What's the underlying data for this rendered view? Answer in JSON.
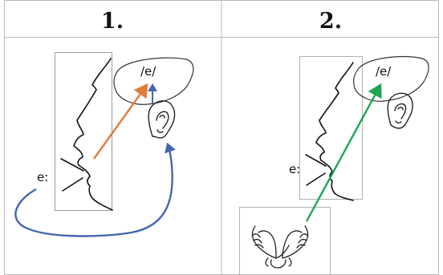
{
  "table": {
    "columns": [
      {
        "header": "1.",
        "sound_label": "e:",
        "perceived_label": "/e/"
      },
      {
        "header": "2.",
        "sound_label": "e:",
        "perceived_label": "/e/"
      }
    ]
  },
  "colors": {
    "grid": "#b9b9b9",
    "orange_arrow": "#e07b39",
    "blue_arrow": "#4466b0",
    "green_arrow": "#1ea656",
    "ink": "#111111",
    "box": "#9a9a9a"
  },
  "icons": [
    "face-profile-icon",
    "ear-icon",
    "thought-bubble-icon",
    "cupped-hands-icon"
  ]
}
